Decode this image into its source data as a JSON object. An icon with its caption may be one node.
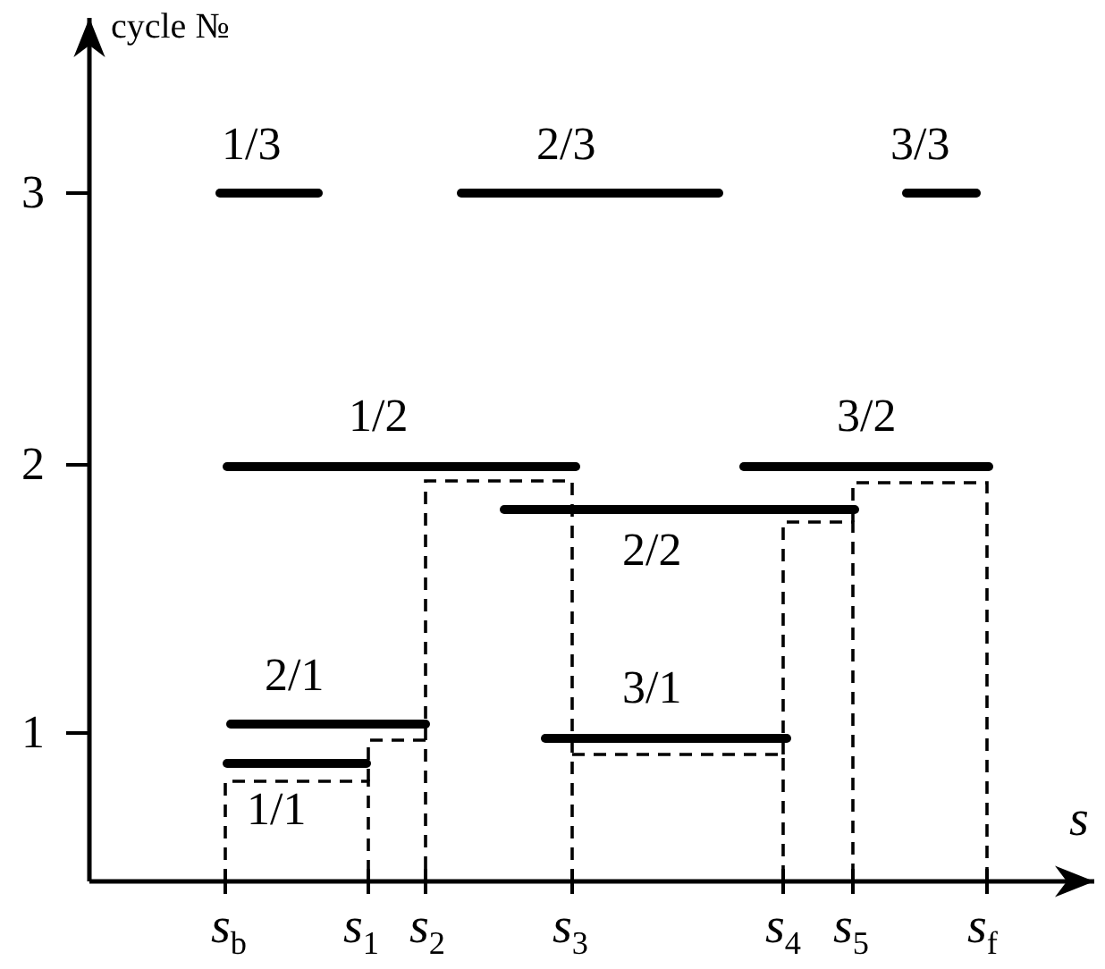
{
  "diagram": {
    "labels": [
      "cycle №",
      "3",
      "2",
      "1",
      "*s*",
      "1/3",
      "2/3",
      "3/3",
      "1/2",
      "3/2",
      "2/2",
      "2/1",
      "3/1",
      "1/1",
      "*s*$_{b}$",
      "*s*$_{1}$",
      "*s*$_{2}$",
      "*s*$_{3}$",
      "*s*$_{4}$",
      "*s*$_{5}$",
      "*s*$_{f}$"
    ]
  }
}
